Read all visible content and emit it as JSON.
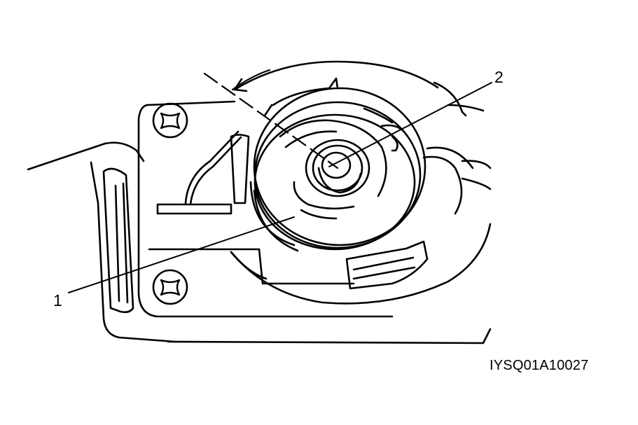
{
  "callouts": [
    {
      "id": "1",
      "label": "1"
    },
    {
      "id": "2",
      "label": "2"
    }
  ],
  "figure_code": "IYSQ01A10027",
  "colors": {
    "ink": "#000000",
    "paper": "#ffffff"
  },
  "icons": [
    "phillips-screw-icon"
  ]
}
